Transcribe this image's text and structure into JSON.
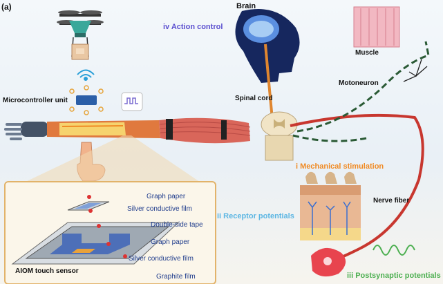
{
  "panel_label": "(a)",
  "labels": {
    "brain": "Brain",
    "action_control": "iv  Action control",
    "spinal_cord": "Spinal cord",
    "muscle": "Muscle",
    "motoneuron": "Motoneuron",
    "microcontroller": "Microcontroller unit",
    "mechanical_stimulation": "i  Mechanical stimulation",
    "receptor_potentials": "ii  Receptor potentials",
    "nerve_fiber": "Nerve fiber",
    "postsynaptic_potentials": "iii  Postsynaptic potentials"
  },
  "inset": {
    "title": "AIOM touch sensor",
    "layers": [
      "Graph paper",
      "Silver conductive film",
      "Double-side tape",
      "Graph paper",
      "Silver conductive film",
      "Graphite film"
    ]
  },
  "colors": {
    "action_control": "#5a4fcf",
    "mechanical_stimulation": "#f08a24",
    "receptor_potentials": "#5bb6e3",
    "postsynaptic_potentials": "#4caf50",
    "layer_text": "#1f3c8c",
    "inset_border": "#e2b36a"
  }
}
